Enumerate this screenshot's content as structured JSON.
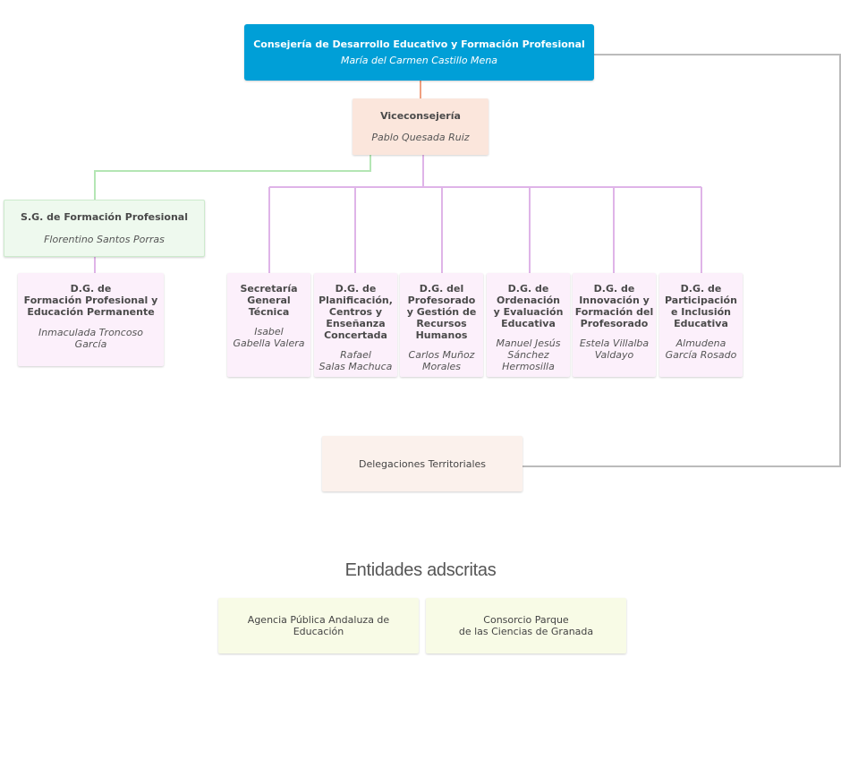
{
  "top": {
    "title": "Consejería de Desarrollo Educativo y Formación Profesional",
    "person": "María del Carmen Castillo Mena"
  },
  "vice": {
    "title": "Viceconsejería",
    "person": "Pablo Quesada Ruiz"
  },
  "sg_fp": {
    "title": "S.G. de Formación Profesional",
    "person": "Florentino Santos Porras"
  },
  "dg_fp": {
    "title": "D.G. de\nFormación Profesional y\nEducación Permanente",
    "person": "Inmaculada Troncoso\nGarcía"
  },
  "directorates": [
    {
      "title": "Secretaría\nGeneral\nTécnica",
      "person": "Isabel\nGabella Valera"
    },
    {
      "title": "D.G. de\nPlanificación,\nCentros y\nEnseñanza\nConcertada",
      "person": "Rafael\nSalas Machuca"
    },
    {
      "title": "D.G. del\nProfesorado\ny Gestión de\nRecursos\nHumanos",
      "person": "Carlos Muñoz\nMorales"
    },
    {
      "title": "D.G. de\nOrdenación\ny Evaluación\nEducativa",
      "person": "Manuel Jesús\nSánchez\nHermosilla"
    },
    {
      "title": "D.G. de\nInnovación y\nFormación del\nProfesorado",
      "person": "Estela Villalba\nValdayo"
    },
    {
      "title": "D.G. de\nParticipación\ne Inclusión\nEducativa",
      "person": "Almudena\nGarcía Rosado"
    }
  ],
  "delegaciones": {
    "title": "Delegaciones Territoriales"
  },
  "entidades": {
    "heading": "Entidades adscritas",
    "items": [
      {
        "title": "Agencia Pública Andaluza de\nEducación"
      },
      {
        "title": "Consorcio Parque\nde las Ciencias de Granada"
      }
    ]
  },
  "colors": {
    "top_fill": "#009fd7",
    "vice_fill": "#fbe6dc",
    "sg_fill": "#eef9ee",
    "dg_fill": "#fcf0fb",
    "deleg_fill": "#fbf1ec",
    "entity_fill": "#f8fbe6",
    "line_orange": "#f0a080",
    "line_green": "#b4e6b4",
    "line_purple": "#dfb4e8",
    "line_gray": "#bbbbbb"
  }
}
